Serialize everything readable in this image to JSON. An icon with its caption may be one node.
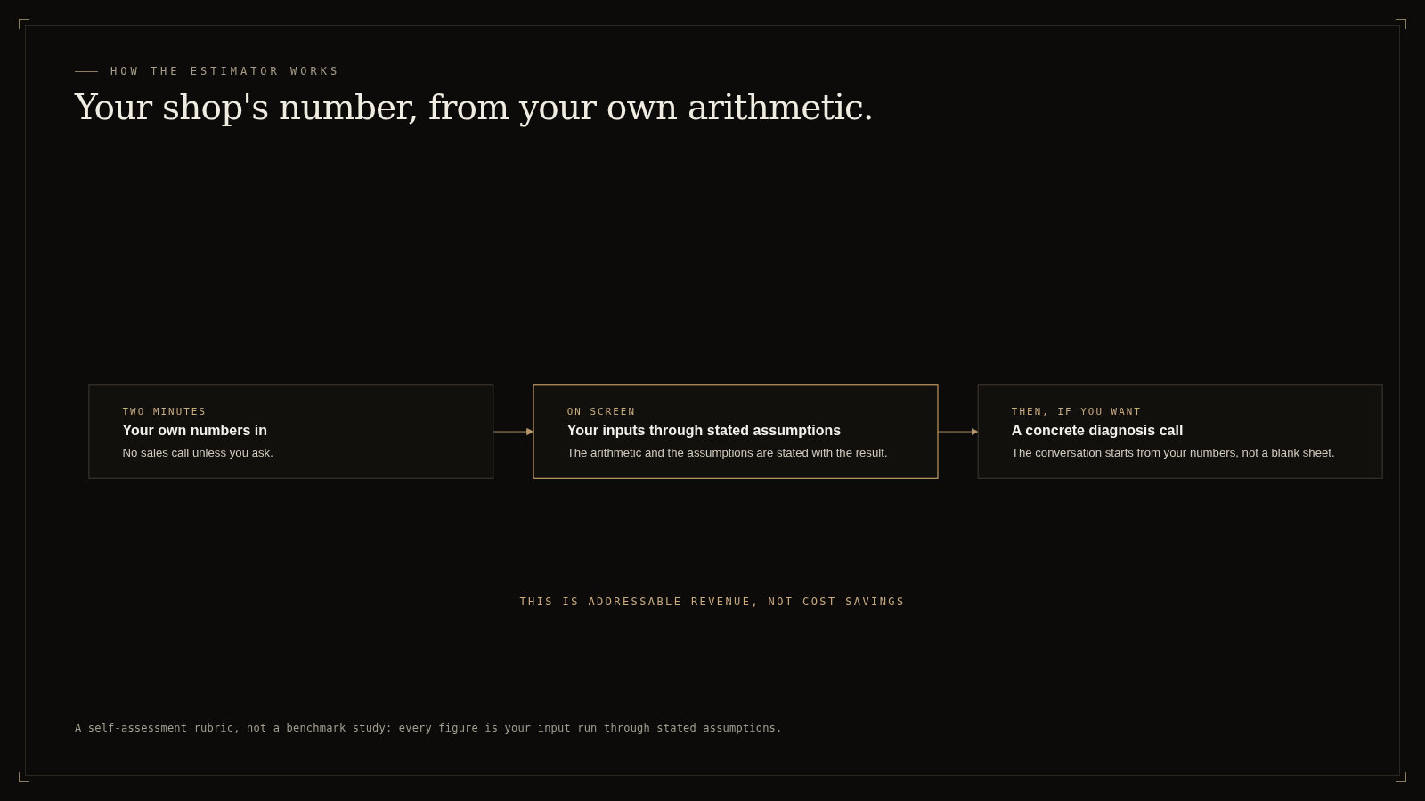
{
  "diagram": {
    "title": "Your shop's number, from your own arithmetic.",
    "caption": "A self-assessment rubric, not a benchmark study: every figure is your input run through stated assumptions.",
    "nodes": [
      {
        "text": [
          "TWO MINUTES",
          "Your own numbers in",
          "No sales call unless you ask."
        ]
      },
      {
        "text": [
          "ON SCREEN",
          "Your inputs through stated assumptions",
          "The arithmetic and the assumptions are stated with the result."
        ]
      },
      {
        "text": [
          "THEN, IF YOU WANT",
          "A concrete diagnosis call",
          "The conversation starts from your numbers, not a blank sheet."
        ]
      }
    ],
    "edges": [
      {
        "from": 0,
        "to": 1,
        "arrow": "to"
      },
      {
        "from": 1,
        "to": 2,
        "arrow": "to"
      }
    ],
    "labels": [
      "HOW THE ESTIMATOR WORKS",
      "THIS IS ADDRESSABLE REVENUE, NOT COST SAVINGS"
    ]
  }
}
